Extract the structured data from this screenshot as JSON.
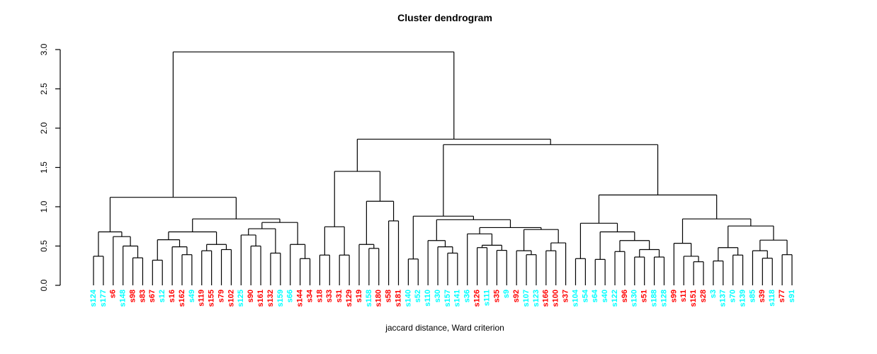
{
  "chart_data": {
    "type": "dendrogram",
    "title": "Cluster dendrogram",
    "xlabel": "jaccard distance, Ward criterion",
    "ylabel": "",
    "ylim": [
      0.0,
      3.0
    ],
    "y_axis": {
      "ticks": [
        "0.0",
        "0.5",
        "1.0",
        "1.5",
        "2.0",
        "2.5",
        "3.0"
      ]
    },
    "colors": {
      "cluster_cyan": "#00ffff",
      "cluster_red": "#ff0000",
      "line": "#000000"
    },
    "leaves": [
      {
        "label": "s124",
        "color": "#00ffff"
      },
      {
        "label": "s177",
        "color": "#00ffff"
      },
      {
        "label": "s6",
        "color": "#ff0000"
      },
      {
        "label": "s148",
        "color": "#00ffff"
      },
      {
        "label": "s98",
        "color": "#ff0000"
      },
      {
        "label": "s83",
        "color": "#ff0000"
      },
      {
        "label": "s67",
        "color": "#ff0000"
      },
      {
        "label": "s12",
        "color": "#00ffff"
      },
      {
        "label": "s16",
        "color": "#ff0000"
      },
      {
        "label": "s162",
        "color": "#ff0000"
      },
      {
        "label": "s49",
        "color": "#00ffff"
      },
      {
        "label": "s119",
        "color": "#ff0000"
      },
      {
        "label": "s155",
        "color": "#ff0000"
      },
      {
        "label": "s79",
        "color": "#ff0000"
      },
      {
        "label": "s102",
        "color": "#ff0000"
      },
      {
        "label": "s125",
        "color": "#00ffff"
      },
      {
        "label": "s90",
        "color": "#ff0000"
      },
      {
        "label": "s161",
        "color": "#ff0000"
      },
      {
        "label": "s132",
        "color": "#ff0000"
      },
      {
        "label": "s159",
        "color": "#00ffff"
      },
      {
        "label": "s66",
        "color": "#00ffff"
      },
      {
        "label": "s144",
        "color": "#ff0000"
      },
      {
        "label": "s34",
        "color": "#ff0000"
      },
      {
        "label": "s18",
        "color": "#ff0000"
      },
      {
        "label": "s33",
        "color": "#ff0000"
      },
      {
        "label": "s31",
        "color": "#ff0000"
      },
      {
        "label": "s129",
        "color": "#ff0000"
      },
      {
        "label": "s19",
        "color": "#ff0000"
      },
      {
        "label": "s158",
        "color": "#00ffff"
      },
      {
        "label": "s180",
        "color": "#ff0000"
      },
      {
        "label": "s58",
        "color": "#ff0000"
      },
      {
        "label": "s181",
        "color": "#ff0000"
      },
      {
        "label": "s140",
        "color": "#00ffff"
      },
      {
        "label": "s52",
        "color": "#00ffff"
      },
      {
        "label": "s110",
        "color": "#00ffff"
      },
      {
        "label": "s30",
        "color": "#00ffff"
      },
      {
        "label": "s157",
        "color": "#00ffff"
      },
      {
        "label": "s141",
        "color": "#00ffff"
      },
      {
        "label": "s36",
        "color": "#00ffff"
      },
      {
        "label": "s126",
        "color": "#ff0000"
      },
      {
        "label": "s111",
        "color": "#00ffff"
      },
      {
        "label": "s35",
        "color": "#ff0000"
      },
      {
        "label": "s9",
        "color": "#00ffff"
      },
      {
        "label": "s92",
        "color": "#ff0000"
      },
      {
        "label": "s107",
        "color": "#00ffff"
      },
      {
        "label": "s123",
        "color": "#00ffff"
      },
      {
        "label": "s166",
        "color": "#ff0000"
      },
      {
        "label": "s100",
        "color": "#ff0000"
      },
      {
        "label": "s37",
        "color": "#ff0000"
      },
      {
        "label": "s104",
        "color": "#00ffff"
      },
      {
        "label": "s54",
        "color": "#00ffff"
      },
      {
        "label": "s64",
        "color": "#00ffff"
      },
      {
        "label": "s40",
        "color": "#00ffff"
      },
      {
        "label": "s122",
        "color": "#00ffff"
      },
      {
        "label": "s96",
        "color": "#ff0000"
      },
      {
        "label": "s130",
        "color": "#00ffff"
      },
      {
        "label": "s51",
        "color": "#ff0000"
      },
      {
        "label": "s188",
        "color": "#00ffff"
      },
      {
        "label": "s128",
        "color": "#00ffff"
      },
      {
        "label": "s99",
        "color": "#ff0000"
      },
      {
        "label": "s11",
        "color": "#ff0000"
      },
      {
        "label": "s151",
        "color": "#ff0000"
      },
      {
        "label": "s28",
        "color": "#ff0000"
      },
      {
        "label": "s3",
        "color": "#00ffff"
      },
      {
        "label": "s137",
        "color": "#00ffff"
      },
      {
        "label": "s70",
        "color": "#00ffff"
      },
      {
        "label": "s139",
        "color": "#00ffff"
      },
      {
        "label": "s85",
        "color": "#00ffff"
      },
      {
        "label": "s39",
        "color": "#ff0000"
      },
      {
        "label": "s118",
        "color": "#00ffff"
      },
      {
        "label": "s77",
        "color": "#ff0000"
      },
      {
        "label": "s91",
        "color": "#00ffff"
      }
    ],
    "tree": [
      2.97,
      [
        1.12,
        [
          0.68,
          [
            0.37,
            "s124",
            "s177"
          ],
          [
            0.62,
            "s6",
            [
              0.5,
              "s148",
              [
                0.35,
                "s98",
                "s83"
              ]
            ]
          ]
        ],
        [
          0.845,
          [
            0.68,
            [
              0.58,
              [
                0.32,
                "s67",
                "s12"
              ],
              [
                0.49,
                "s16",
                [
                  0.39,
                  "s162",
                  "s49"
                ]
              ]
            ],
            [
              0.52,
              [
                0.44,
                "s119",
                "s155"
              ],
              [
                0.455,
                "s79",
                "s102"
              ]
            ]
          ],
          [
            0.8,
            [
              0.72,
              [
                0.64,
                "s125",
                [
                  0.5,
                  "s90",
                  "s161"
                ]
              ],
              [
                0.41,
                "s132",
                "s159"
              ]
            ],
            [
              0.52,
              "s66",
              [
                0.34,
                "s144",
                "s34"
              ]
            ]
          ]
        ]
      ],
      [
        1.86,
        [
          1.45,
          [
            0.745,
            [
              0.385,
              "s18",
              "s33"
            ],
            [
              0.385,
              "s31",
              "s129"
            ]
          ],
          [
            1.07,
            [
              0.52,
              "s19",
              [
                0.47,
                "s158",
                "s180"
              ]
            ],
            [
              0.82,
              "s58",
              "s181"
            ]
          ]
        ],
        [
          1.79,
          [
            0.88,
            [
              0.335,
              "s140",
              "s52"
            ],
            [
              0.835,
              [
                0.57,
                "s110",
                [
                  0.49,
                  "s30",
                  [
                    0.41,
                    "s157",
                    "s141"
                  ]
                ]
              ],
              [
                0.735,
                [
                  0.655,
                  "s36",
                  [
                    0.51,
                    [
                      0.48,
                      "s126",
                      "s111"
                    ],
                    [
                      0.445,
                      "s35",
                      "s9"
                    ]
                  ]
                ],
                [
                  0.71,
                  [
                    0.44,
                    "s92",
                    [
                      0.39,
                      "s107",
                      "s123"
                    ]
                  ],
                  [
                    0.54,
                    [
                      0.44,
                      "s166",
                      "s100"
                    ],
                    "s37"
                  ]
                ]
              ]
            ]
          ],
          [
            1.15,
            [
              0.79,
              [
                0.34,
                "s104",
                "s54"
              ],
              [
                0.68,
                [
                  0.33,
                  "s64",
                  "s40"
                ],
                [
                  0.57,
                  [
                    0.43,
                    "s122",
                    "s96"
                  ],
                  [
                    0.455,
                    [
                      0.36,
                      "s130",
                      "s51"
                    ],
                    [
                      0.36,
                      "s188",
                      "s128"
                    ]
                  ]
                ]
              ]
            ],
            [
              0.845,
              [
                0.535,
                "s99",
                [
                  0.37,
                  "s11",
                  [
                    0.3,
                    "s151",
                    "s28"
                  ]
                ]
              ],
              [
                0.755,
                [
                  0.48,
                  [
                    0.31,
                    "s3",
                    "s137"
                  ],
                  [
                    0.385,
                    "s70",
                    "s139"
                  ]
                ],
                [
                  0.575,
                  [
                    0.44,
                    "s85",
                    [
                      0.345,
                      "s39",
                      "s118"
                    ]
                  ],
                  [
                    0.39,
                    "s77",
                    "s91"
                  ]
                ]
              ]
            ]
          ]
        ]
      ]
    ]
  }
}
